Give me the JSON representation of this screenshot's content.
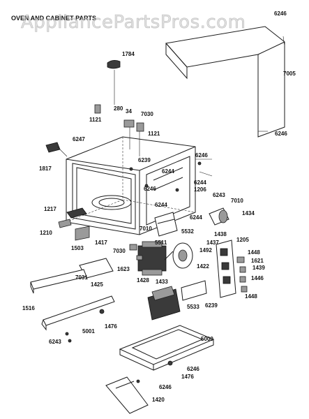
{
  "header": {
    "title": "OVEN AND CABINET PARTS",
    "watermark": "AppliancePartsPros.com"
  },
  "callouts": {
    "c6246a": "6246",
    "c7005": "7005",
    "c6246b": "6246",
    "c1784": "1784",
    "c280": "280",
    "c34": "34",
    "c7030a": "7030",
    "c1121a": "1121",
    "c1121b": "1121",
    "c6247": "6247",
    "c1817": "1817",
    "c6246c": "6246",
    "c6239a": "6239",
    "c6244a": "6244",
    "c6246d": "6246",
    "c6244b": "6244",
    "c1206": "1206",
    "c6243a": "6243",
    "c7010a": "7010",
    "c1217": "1217",
    "c1210": "1210",
    "c6244c": "6244",
    "c1434": "1434",
    "c6244d": "6244",
    "c5532": "5532",
    "c7010b": "7010",
    "c1438": "1438",
    "c1437": "1437",
    "c1503": "1503",
    "c1417": "1417",
    "c5511": "5511",
    "c1492": "1492",
    "c1205": "1205",
    "c7030b": "7030",
    "c1448a": "1448",
    "c1621": "1621",
    "c1623": "1623",
    "c1422": "1422",
    "c1439": "1439",
    "c7031": "7031",
    "c1428": "1428",
    "c1433": "1433",
    "c1446": "1446",
    "c1425": "1425",
    "c1448b": "1448",
    "c1516": "1516",
    "c5533": "5533",
    "c6239b": "6239",
    "c1476a": "1476",
    "c5001": "5001",
    "c5000": "5000",
    "c6243b": "6243",
    "c6246e": "6246",
    "c1476b": "1476",
    "c6246f": "6246",
    "c1420": "1420"
  }
}
